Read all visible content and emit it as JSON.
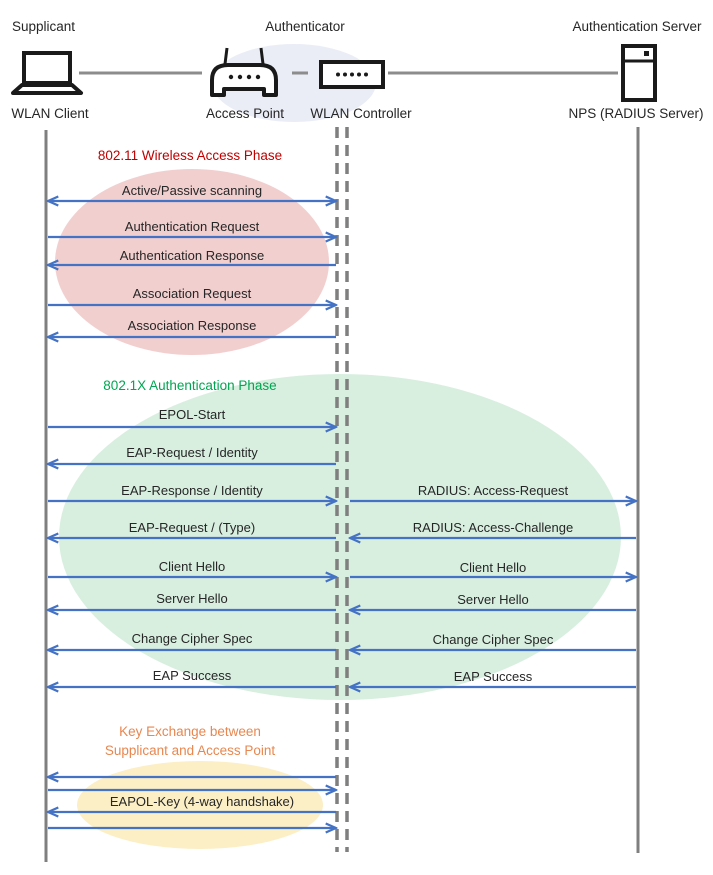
{
  "header": {
    "roles": {
      "supplicant": "Supplicant",
      "authenticator": "Authenticator",
      "auth_server": "Authentication Server"
    },
    "devices": {
      "wlan_client": "WLAN Client",
      "access_point": "Access Point",
      "wlan_controller": "WLAN Controller",
      "nps": "NPS (RADIUS Server)"
    }
  },
  "phases": {
    "wireless": {
      "title": "802.11 Wireless Access Phase",
      "color": "#C00000",
      "fill": "#F2CFCF"
    },
    "dot1x": {
      "title": "802.1X Authentication Phase",
      "color": "#00A651",
      "fill": "#D8EFE0"
    },
    "key_exchange": {
      "title_line1": "Key Exchange between",
      "title_line2": "Supplicant and Access Point",
      "color": "#E8874F",
      "fill": "#FCEFC6"
    }
  },
  "messages": {
    "scanning": "Active/Passive scanning",
    "authentication_request": "Authentication Request",
    "authentication_response": "Authentication Response",
    "association_request": "Association Request",
    "association_response": "Association Response",
    "epol_start": "EPOL-Start",
    "eap_request_identity": "EAP-Request / Identity",
    "eap_response_identity": "EAP-Response / Identity",
    "radius_access_request": "RADIUS: Access-Request",
    "eap_request_type": "EAP-Request / (Type)",
    "radius_access_challenge": "RADIUS: Access-Challenge",
    "client_hello_left": "Client Hello",
    "client_hello_right": "Client Hello",
    "server_hello_left": "Server Hello",
    "server_hello_right": "Server Hello",
    "change_cipher_spec_left": "Change Cipher Spec",
    "change_cipher_spec_right": "Change Cipher Spec",
    "eap_success_left": "EAP Success",
    "eap_success_right": "EAP Success",
    "eapol_key": "EAPOL-Key (4-way handshake)"
  },
  "colors": {
    "arrow": "#4472C4",
    "lifeline": "#7F7F7F",
    "connector": "#8C8C8C",
    "authenticator_halo": "#EAEDF6",
    "icon_stroke": "#1A1A1A"
  }
}
